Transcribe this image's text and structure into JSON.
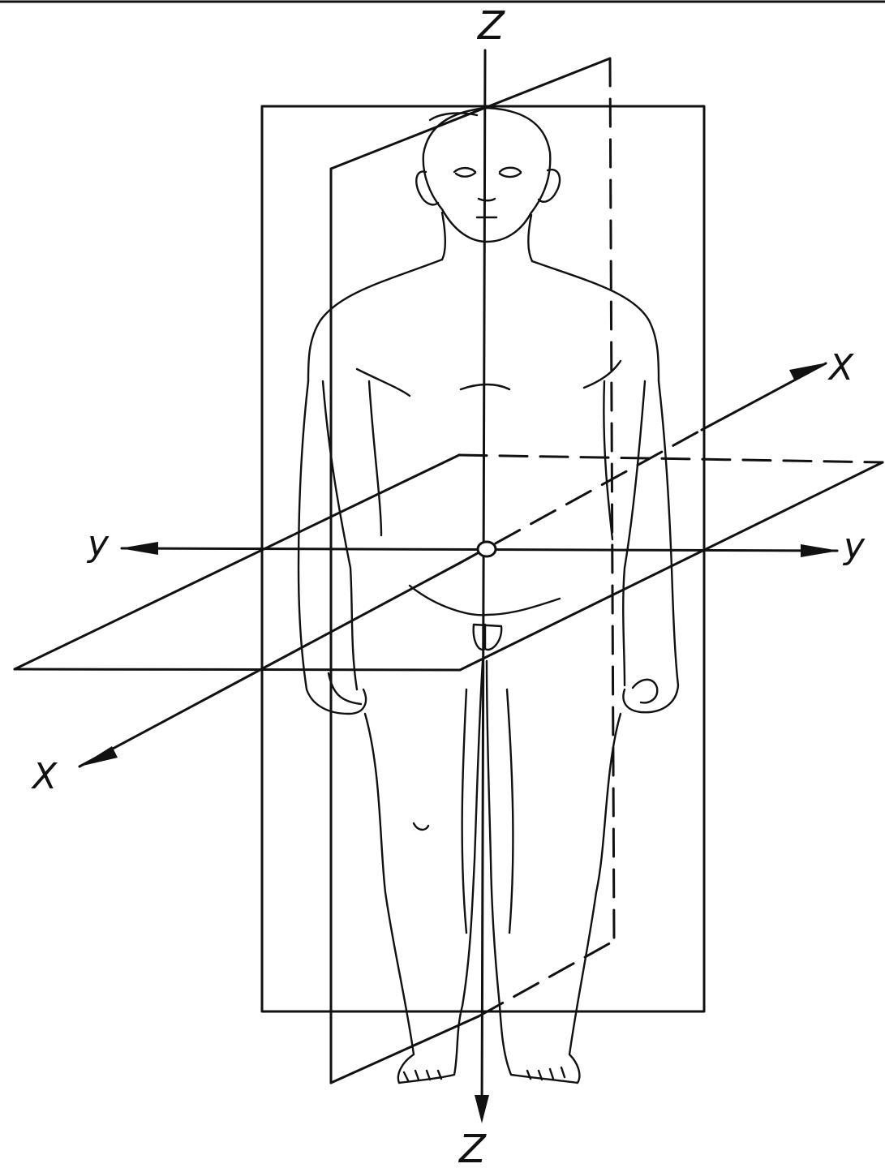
{
  "labels": {
    "z_top": "Z",
    "z_bottom": "Z",
    "x_right": "X",
    "x_left": "X",
    "y_left": "y",
    "y_right": "y"
  }
}
